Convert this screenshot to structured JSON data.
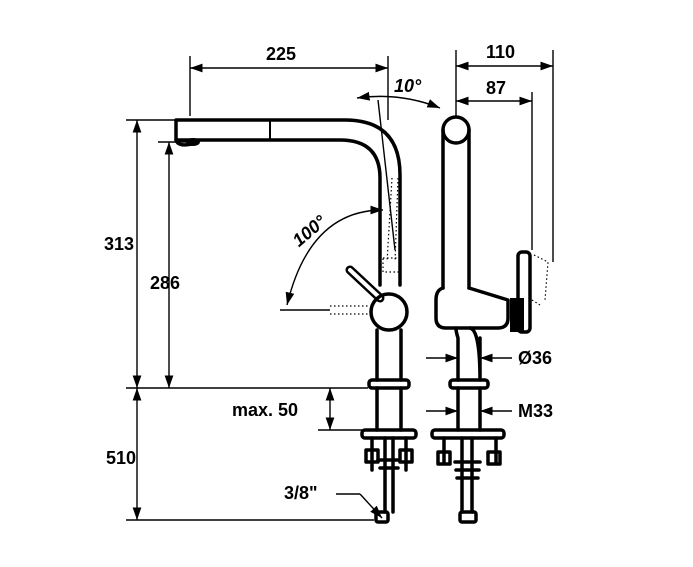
{
  "dimensions": {
    "spout_reach": "225",
    "side_depth": "110",
    "side_inner": "87",
    "spout_tilt": "10°",
    "swivel_angle": "100°",
    "total_height": "313",
    "spout_height": "286",
    "max_thickness": "max. 50",
    "below_counter": "510",
    "connection": "3/8\"",
    "body_diameter": "Ø36",
    "thread": "M33"
  }
}
